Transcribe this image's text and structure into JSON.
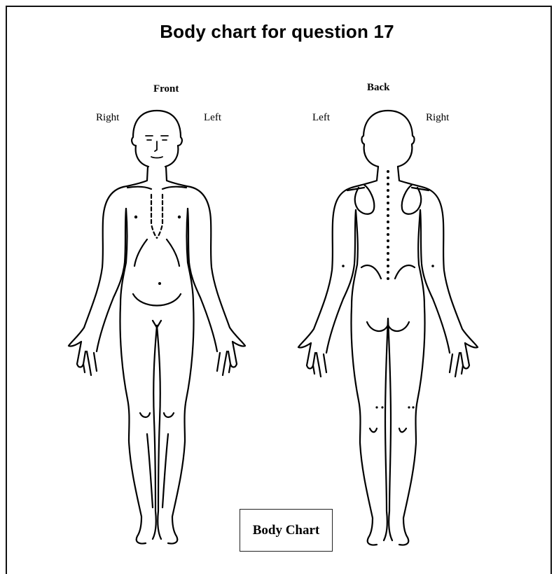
{
  "title": "Body chart for question 17",
  "front": {
    "heading": "Front",
    "side_left_label": "Right",
    "side_right_label": "Left"
  },
  "back": {
    "heading": "Back",
    "side_left_label": "Left",
    "side_right_label": "Right"
  },
  "caption": "Body Chart"
}
